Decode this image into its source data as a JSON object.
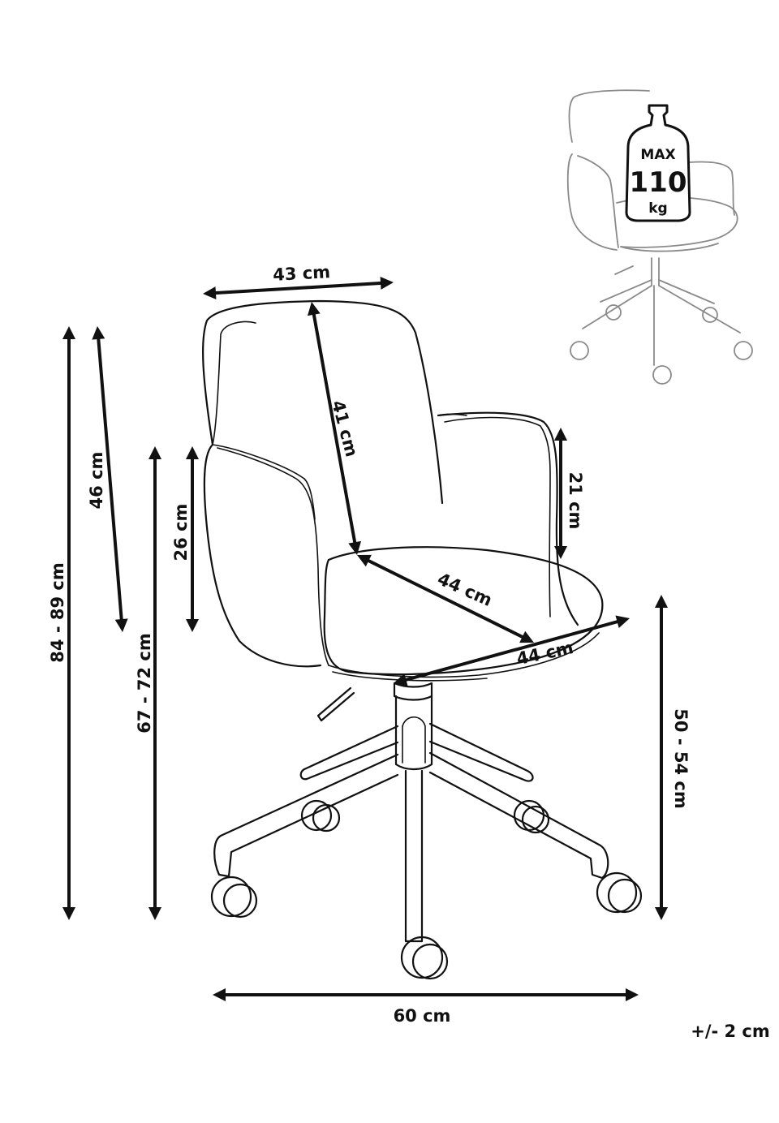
{
  "dimensions": {
    "backrest_width": "43 cm",
    "backrest_height": "41 cm",
    "armrest_height": "21 cm",
    "seat_depth": "44 cm",
    "seat_width": "44 cm",
    "back_height_from_seat": "46 cm",
    "arm_height_from_seat": "26 cm",
    "total_height": "84 - 89 cm",
    "arm_height_total": "67 - 72 cm",
    "seat_height": "50 - 54 cm",
    "base_width": "60 cm",
    "tolerance": "+/- 2 cm"
  },
  "max_load": {
    "prefix": "MAX",
    "value": "110",
    "unit": "kg"
  }
}
